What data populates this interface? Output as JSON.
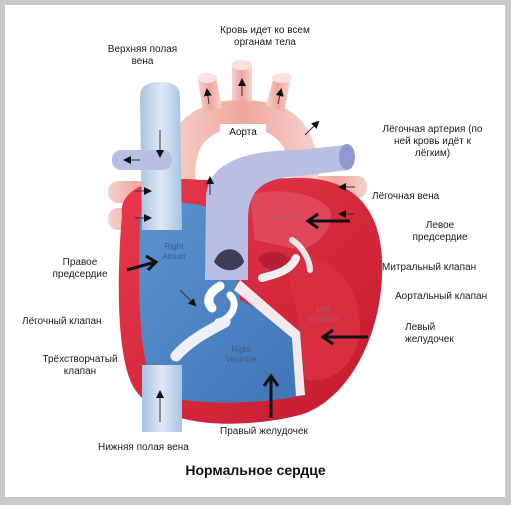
{
  "labels": {
    "superior_vena_cava": "Верхняя полая\nвена",
    "blood_to_body": "Кровь идет ко всем\nорганам тела",
    "aorta": "Аорта",
    "pulmonary_artery": "Лёгочная артерия (по\nней кровь идёт к\nлёгким)",
    "pulmonary_vein": "Лёгочная вена",
    "left_atrium": "Левое\nпредсердие",
    "right_atrium": "Правое\nпредсердие",
    "mitral_valve": "Митральный клапан",
    "aortic_valve": "Аортальный клапан",
    "pulmonary_valve": "Лёгочный клапан",
    "left_ventricle": "Левый\nжелудочек",
    "tricuspid_valve": "Трёхстворчатый\nклапан",
    "inferior_vena_cava": "Нижняя полая вена",
    "right_ventricle": "Правый желудочек"
  },
  "inner_labels": {
    "left_atrium": "Left\nAtrium",
    "right_atrium": "Right\nAtrium",
    "left_ventricle": "Left\nVentricle",
    "right_ventricle": "Right\nVentricle"
  },
  "caption": "Нормальное сердце",
  "colors": {
    "oxygenated": "#d8283c",
    "deoxygenated": "#4f86c6",
    "pale_red": "#f0b6b0",
    "pale_blue": "#b9cde6",
    "heart_wall": "#e23a4c",
    "border": "#c9c9c9"
  }
}
